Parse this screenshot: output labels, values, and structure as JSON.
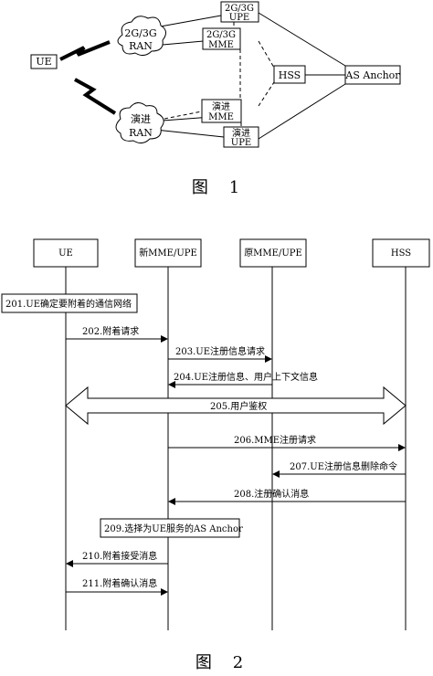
{
  "figure1": {
    "caption": "图    1",
    "ue": "UE",
    "ran_2g3g": [
      "2G/3G",
      "RAN"
    ],
    "ran_evolved": [
      "演进",
      "RAN"
    ],
    "upe_2g3g": [
      "2G/3G",
      "UPE"
    ],
    "mme_2g3g": [
      "2G/3G",
      "MME"
    ],
    "mme_evolved": [
      "演进",
      "MME"
    ],
    "upe_evolved": [
      "演进",
      "UPE"
    ],
    "hss": "HSS",
    "as_anchor": "AS Anchor"
  },
  "figure2": {
    "caption": "图    2",
    "entities": {
      "ue": "UE",
      "new_mme": "新MME/UPE",
      "old_mme": "原MME/UPE",
      "hss": "HSS"
    },
    "steps": {
      "s201": "201.UE确定要附着的通信网络",
      "s202": "202.附着请求",
      "s203": "203.UE注册信息请求",
      "s204": "204.UE注册信息、用户上下文信息",
      "s205": "205.用户鉴权",
      "s206": "206.MME注册请求",
      "s207": "207.UE注册信息删除命令",
      "s208": "208.注册确认消息",
      "s209": "209.选择为UE服务的AS Anchor",
      "s210": "210.附着接受消息",
      "s211": "211.附着确认消息"
    }
  }
}
